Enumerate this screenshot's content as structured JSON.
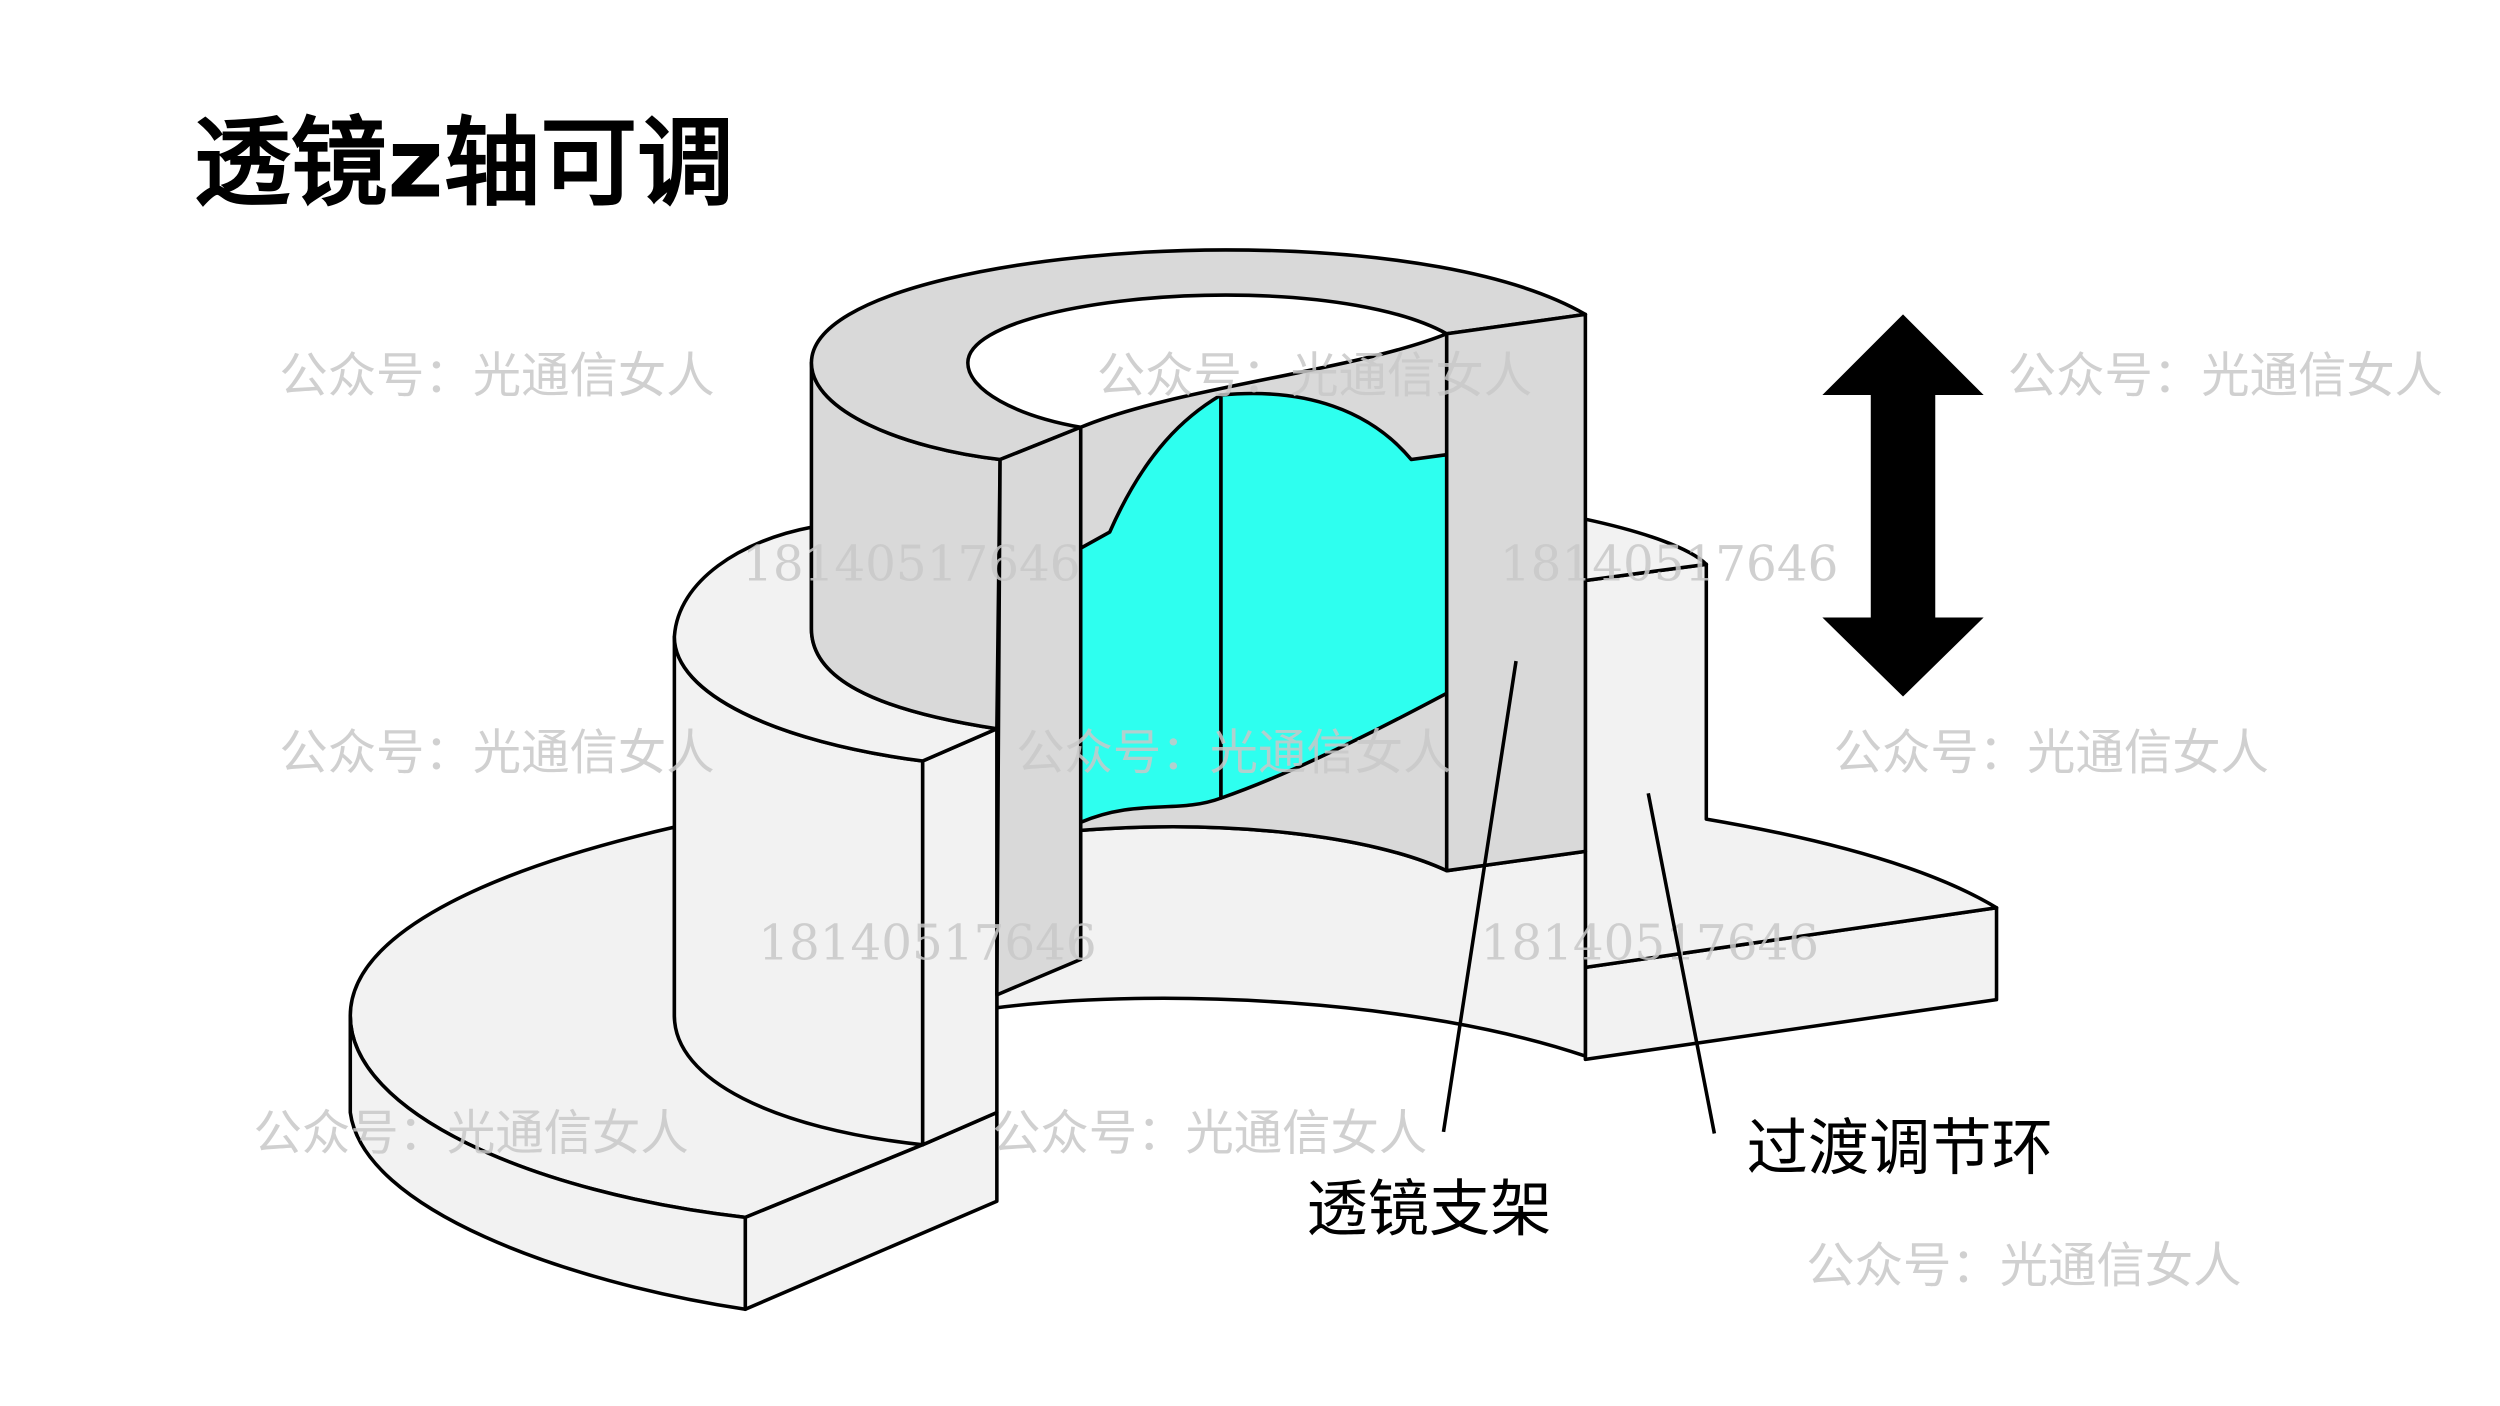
{
  "title": "透镜z轴可调",
  "labels": {
    "lens_holder": "透镜支架",
    "transition_ring": "过渡调节环"
  },
  "watermarks": {
    "account": "公众号：光通信女人",
    "phone": "18140517646"
  },
  "colors": {
    "lens": "#2effef",
    "holder": "#d9d9d9",
    "ring": "#f2f2f2",
    "arrow": "#000000"
  },
  "icons": {
    "arrow": "double-arrow-vertical"
  }
}
